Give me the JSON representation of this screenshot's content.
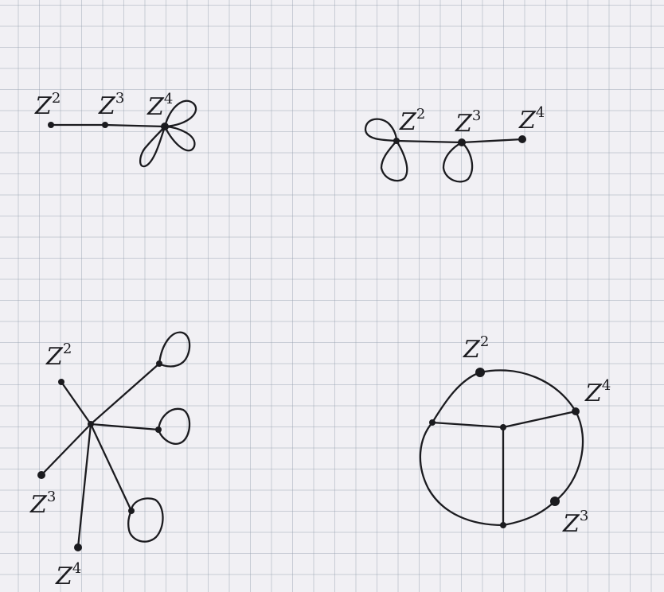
{
  "diagrams": [
    {
      "id": "top-left",
      "vertices": [
        {
          "base": "Z",
          "exp": "2"
        },
        {
          "base": "Z",
          "exp": "3"
        },
        {
          "base": "Z",
          "exp": "4"
        }
      ]
    },
    {
      "id": "top-right",
      "vertices": [
        {
          "base": "Z",
          "exp": "2"
        },
        {
          "base": "Z",
          "exp": "3"
        },
        {
          "base": "Z",
          "exp": "4"
        }
      ]
    },
    {
      "id": "bottom-left",
      "vertices": [
        {
          "base": "Z",
          "exp": "2"
        },
        {
          "base": "Z",
          "exp": "3"
        },
        {
          "base": "Z",
          "exp": "4"
        }
      ]
    },
    {
      "id": "bottom-right",
      "vertices": [
        {
          "base": "Z",
          "exp": "2"
        },
        {
          "base": "Z",
          "exp": "4"
        },
        {
          "base": "Z",
          "exp": "3"
        }
      ]
    }
  ]
}
